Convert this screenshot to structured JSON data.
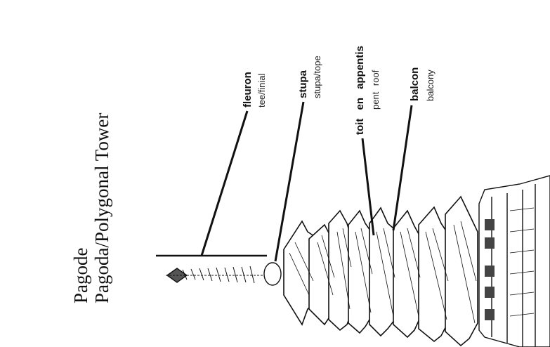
{
  "title": {
    "line1": "Pagode",
    "line2": "Pagoda/Polygonal Tower"
  },
  "parts": [
    {
      "fr": "fleuron",
      "en": "tee/finial"
    },
    {
      "fr": "stupa",
      "en": "stupa/tope"
    },
    {
      "fr": "toit en appentis",
      "en": "pent roof"
    },
    {
      "fr": "balcon",
      "en": "balcony"
    }
  ],
  "colors": {
    "ink": "#111111",
    "paper": "#ffffff"
  }
}
